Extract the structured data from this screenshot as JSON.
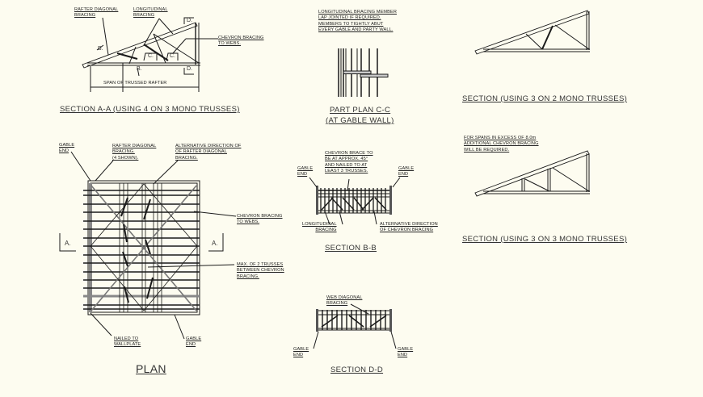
{
  "section_aa": {
    "title": "SECTION A-A (USING 4 ON 3 MONO TRUSSES)",
    "labels": {
      "rafter_diagonal": [
        "RAFTER DIAGONAL",
        "BRACING"
      ],
      "longitudinal": [
        "LONGITUDINAL",
        "BRACING"
      ],
      "chevron": [
        "CHEVRON BRACING",
        "TO WEBS."
      ],
      "span": "SPAN OF TRUSSED RAFTER"
    },
    "section_marks": [
      "B.",
      "B.",
      "C.",
      "C.",
      "D.",
      "D."
    ]
  },
  "part_plan_cc": {
    "note": [
      "LONGITUDINAL BRACING MEMBER",
      "LAP JOINTED IF REQUIRED.",
      "MEMBERS TO TIGHTLY ABUT",
      "EVERY GABLE AND PARTY WALL."
    ],
    "title_line1": "PART PLAN C-C",
    "title_line2": "(AT GABLE WALL)"
  },
  "section_3on2": {
    "title": "SECTION (USING 3 ON 2 MONO TRUSSES)"
  },
  "section_3on3": {
    "note": [
      "FOR SPANS IN EXCESS OF 8.0m",
      "ADDITIONAL CHEVRON BRACING",
      "WILL BE REQUIRED."
    ],
    "title": "SECTION (USING 3 ON 3 MONO TRUSSES)"
  },
  "plan": {
    "title": "PLAN",
    "labels": {
      "gable_end_top": [
        "GABLE",
        "END"
      ],
      "rafter_diagonal": [
        "RAFTER DIAGONAL",
        "BRACING.",
        "(4 SHOWN)."
      ],
      "alternative": [
        "ALTERNATIVE DIRECTION OF",
        "OF RAFTER DIAGONAL",
        "BRACING."
      ],
      "chevron": [
        "CHEVRON BRACING",
        "TO WEBS."
      ],
      "max_trusses": [
        "MAX. OF 2 TRUSSES",
        "BETWEEN CHEVRON",
        "BRACING."
      ],
      "nailed": [
        "NAILED TO",
        "WALLPLATE"
      ],
      "gable_end_bottom": [
        "GABLE",
        "END"
      ]
    },
    "section_marks": [
      "A.",
      "A."
    ]
  },
  "section_bb": {
    "title": "SECTION B-B",
    "labels": {
      "chevron_brace": [
        "CHEVRON BRACE TO",
        "BE AT APPROX. 45°",
        "AND NAILED TO AT",
        "LEAST 3 TRUSSES."
      ],
      "gable_left": [
        "GABLE",
        "END"
      ],
      "gable_right": [
        "GABLE",
        "END"
      ],
      "longitudinal": [
        "LONGITUDINAL",
        "BRACING"
      ],
      "alternative": [
        "ALTERNATIVE DIRECTION",
        "OF CHEVRON BRACING"
      ]
    }
  },
  "section_dd": {
    "title": "SECTION D-D",
    "labels": {
      "web_diagonal": [
        "WEB DIAGONAL",
        "BRACING"
      ],
      "gable_left": [
        "GABLE",
        "END"
      ],
      "gable_right": [
        "GABLE",
        "END"
      ]
    }
  },
  "colors": {
    "background": "#fdfcf0",
    "line": "#1a1a1a",
    "grey": "#777777"
  }
}
